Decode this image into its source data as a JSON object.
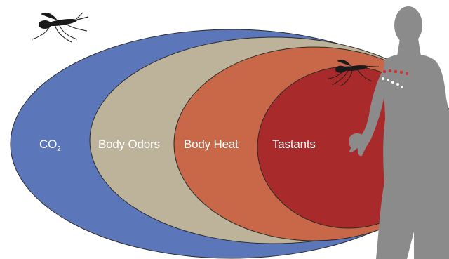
{
  "zones": [
    {
      "name": "co2",
      "label": "CO",
      "subscript": "2",
      "color": "#5b77ba"
    },
    {
      "name": "body-odors",
      "label": "Body Odors",
      "color": "#bdb39b"
    },
    {
      "name": "body-heat",
      "label": "Body Heat",
      "color": "#c96848"
    },
    {
      "name": "tastants",
      "label": "Tastants",
      "color": "#a82a2a"
    }
  ],
  "colors": {
    "human": "#8b8b8b",
    "human_edge": "#6f6f6f",
    "mosquito": "#1a1a1a",
    "ellipse_outline": "#2a2a2a",
    "dots_red": "#cc3333",
    "dots_white": "#ffffff"
  },
  "icons": [
    "mosquito-icon",
    "human-figure"
  ]
}
